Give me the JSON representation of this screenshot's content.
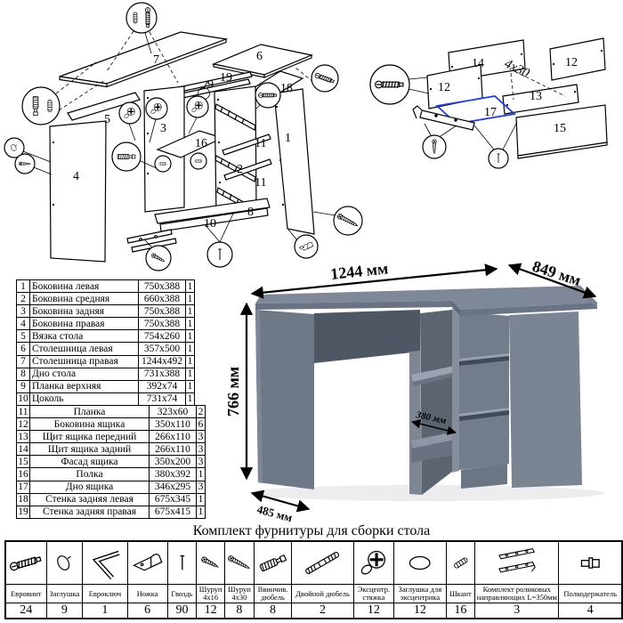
{
  "exploded_main": {
    "part_labels": [
      "7",
      "6",
      "19",
      "9",
      "18",
      "5",
      "3",
      "16",
      "2",
      "1",
      "4",
      "8",
      "10",
      "11",
      "11"
    ]
  },
  "exploded_drawer": {
    "part_labels": [
      "14",
      "12",
      "12",
      "13",
      "15",
      "17"
    ],
    "annotation": "4x30"
  },
  "desk_dimensions": {
    "width": "1244 мм",
    "depth": "849 мм",
    "height": "766 мм",
    "bottom_depth": "485 мм",
    "shelf_depth": "380 мм"
  },
  "parts_table": {
    "rows": [
      {
        "num": "1",
        "name": "Боковина левая",
        "size": "750x388",
        "qty": "1"
      },
      {
        "num": "2",
        "name": "Боковина средняя",
        "size": "660x388",
        "qty": "1"
      },
      {
        "num": "3",
        "name": "Боковина задняя",
        "size": "750x388",
        "qty": "1"
      },
      {
        "num": "4",
        "name": "Боковина правая",
        "size": "750x388",
        "qty": "1"
      },
      {
        "num": "5",
        "name": "Вязка стола",
        "size": "754x260",
        "qty": "1"
      },
      {
        "num": "6",
        "name": "Столешница левая",
        "size": "357x500",
        "qty": "1"
      },
      {
        "num": "7",
        "name": "Столешница правая",
        "size": "1244x492",
        "qty": "1"
      },
      {
        "num": "8",
        "name": "Дно стола",
        "size": "731x388",
        "qty": "1"
      },
      {
        "num": "9",
        "name": "Планка верхняя",
        "size": "392x74",
        "qty": "1"
      },
      {
        "num": "10",
        "name": "Цоколь",
        "size": "731x74",
        "qty": "1"
      },
      {
        "num": "11",
        "name": "Планка",
        "size": "323x60",
        "qty": "2"
      },
      {
        "num": "12",
        "name": "Боковина ящика",
        "size": "350x110",
        "qty": "6"
      },
      {
        "num": "13",
        "name": "Щит ящика передний",
        "size": "266x110",
        "qty": "3"
      },
      {
        "num": "14",
        "name": "Щит ящика задний",
        "size": "266x110",
        "qty": "3"
      },
      {
        "num": "15",
        "name": "Фасад ящика",
        "size": "350x200",
        "qty": "3"
      },
      {
        "num": "16",
        "name": "Полка",
        "size": "380x392",
        "qty": "1"
      },
      {
        "num": "17",
        "name": "Дно ящика",
        "size": "346x295",
        "qty": "3"
      },
      {
        "num": "18",
        "name": "Стенка задняя левая",
        "size": "675x345",
        "qty": "1"
      },
      {
        "num": "19",
        "name": "Стенка задняя правая",
        "size": "675x415",
        "qty": "1"
      }
    ]
  },
  "hardware": {
    "title": "Комплект фурнитуры для сборки стола",
    "items": [
      {
        "name": "Евровинт",
        "qty": "24",
        "icon": "euro-screw"
      },
      {
        "name": "Заглушка",
        "qty": "9",
        "icon": "cap"
      },
      {
        "name": "Евроключ",
        "qty": "1",
        "icon": "hex-key"
      },
      {
        "name": "Ножка",
        "qty": "6",
        "icon": "foot"
      },
      {
        "name": "Гвоздь",
        "qty": "90",
        "icon": "nail"
      },
      {
        "name": "Шуруп 4x16",
        "qty": "12",
        "icon": "screw-small"
      },
      {
        "name": "Шуруп 4x30",
        "qty": "8",
        "icon": "screw-long"
      },
      {
        "name": "Ввинчив. дюбель",
        "qty": "8",
        "icon": "threaded-dowel"
      },
      {
        "name": "Двойной дюбель",
        "qty": "2",
        "icon": "double-dowel"
      },
      {
        "name": "Эксцентр. стяжка",
        "qty": "12",
        "icon": "cam-lock"
      },
      {
        "name": "Заглушка для эксцентрика",
        "qty": "12",
        "icon": "cam-cap"
      },
      {
        "name": "Шкант",
        "qty": "16",
        "icon": "wooden-dowel"
      },
      {
        "name": "Комплект роликовых направляющих L=350мм",
        "qty": "3",
        "icon": "drawer-slides"
      },
      {
        "name": "Полкодержатель",
        "qty": "4",
        "icon": "shelf-support"
      }
    ]
  }
}
